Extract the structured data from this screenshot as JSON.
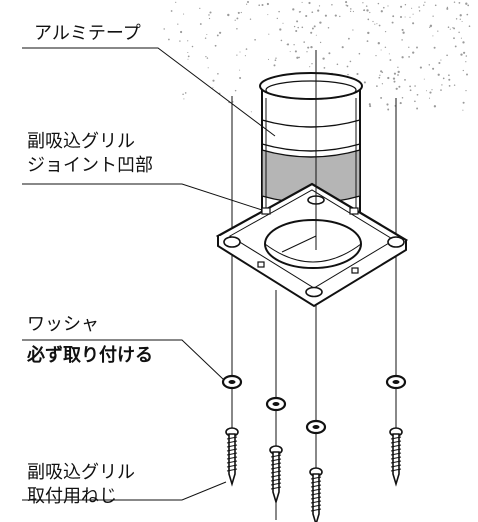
{
  "labels": {
    "aluminum_tape": "アルミテープ",
    "joint_recess_line1": "副吸込グリル",
    "joint_recess_line2": "ジョイント凹部",
    "washer": "ワッシャ",
    "washer_note": "必ず取り付ける",
    "screw_line1": "副吸込グリル",
    "screw_line2": "取付用ねじ"
  },
  "colors": {
    "ink": "#111111",
    "tape_band": "#b5b5b5",
    "ceiling_speckle": "#9a9a9a"
  },
  "icons": [
    "aluminum-tape-duct",
    "grille-flange",
    "washer-icon",
    "screw-icon"
  ]
}
